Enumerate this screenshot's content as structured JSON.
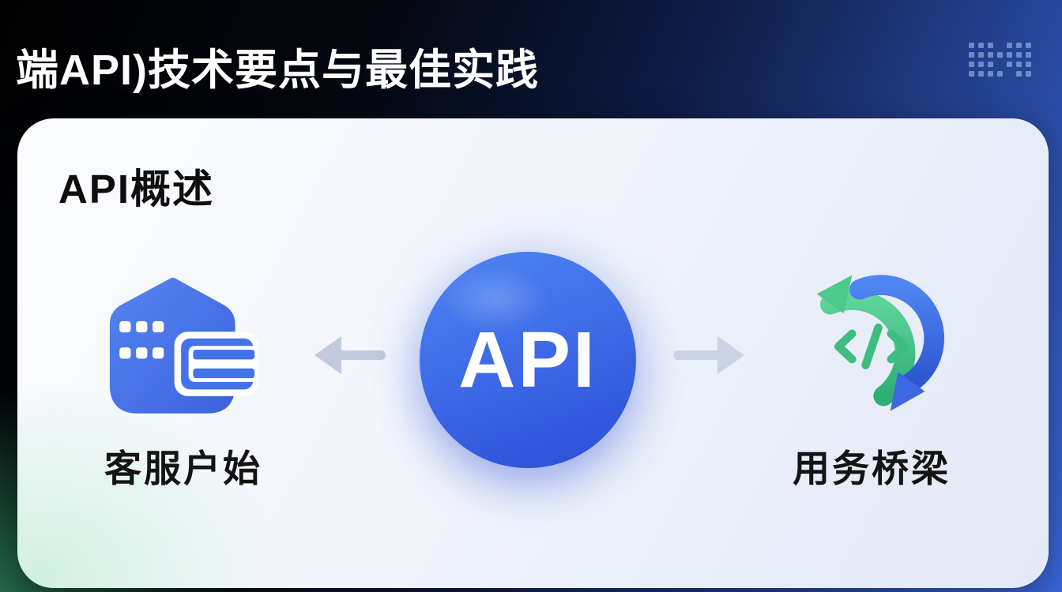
{
  "page": {
    "title": "端API)技术要点与最佳实践"
  },
  "decor": {
    "dots_rows": [
      [
        1,
        1,
        1,
        0,
        1,
        1,
        1
      ],
      [
        1,
        1,
        1,
        1,
        1,
        1,
        1
      ],
      [
        1,
        1,
        1,
        0,
        1,
        1,
        1
      ],
      [
        1,
        1,
        1,
        1,
        0,
        1,
        1
      ]
    ]
  },
  "card": {
    "heading": "API概述",
    "diagram": {
      "left_node": {
        "icon": "service-portal-icon",
        "label": "客服户始"
      },
      "center_node": {
        "label": "API"
      },
      "right_node": {
        "icon": "code-sync-icon",
        "label": "用务桥梁"
      },
      "arrows": [
        "arrow-left-icon",
        "arrow-right-icon"
      ]
    }
  },
  "colors": {
    "accent_blue": "#3e6be4",
    "api_circle_gradient_top": "#4f86f2",
    "api_circle_gradient_bottom": "#2b4ed6",
    "icon_green": "#3fbf82",
    "arrow_gray": "#c2cade",
    "bg_top_left": "#010101",
    "bg_bottom_right_blue": "#3a67d8",
    "bg_bottom_left_green": "#2a7a58",
    "card_background": "#f2f5fb",
    "title_text": "#ffffff",
    "heading_text": "#0e0e0e"
  }
}
